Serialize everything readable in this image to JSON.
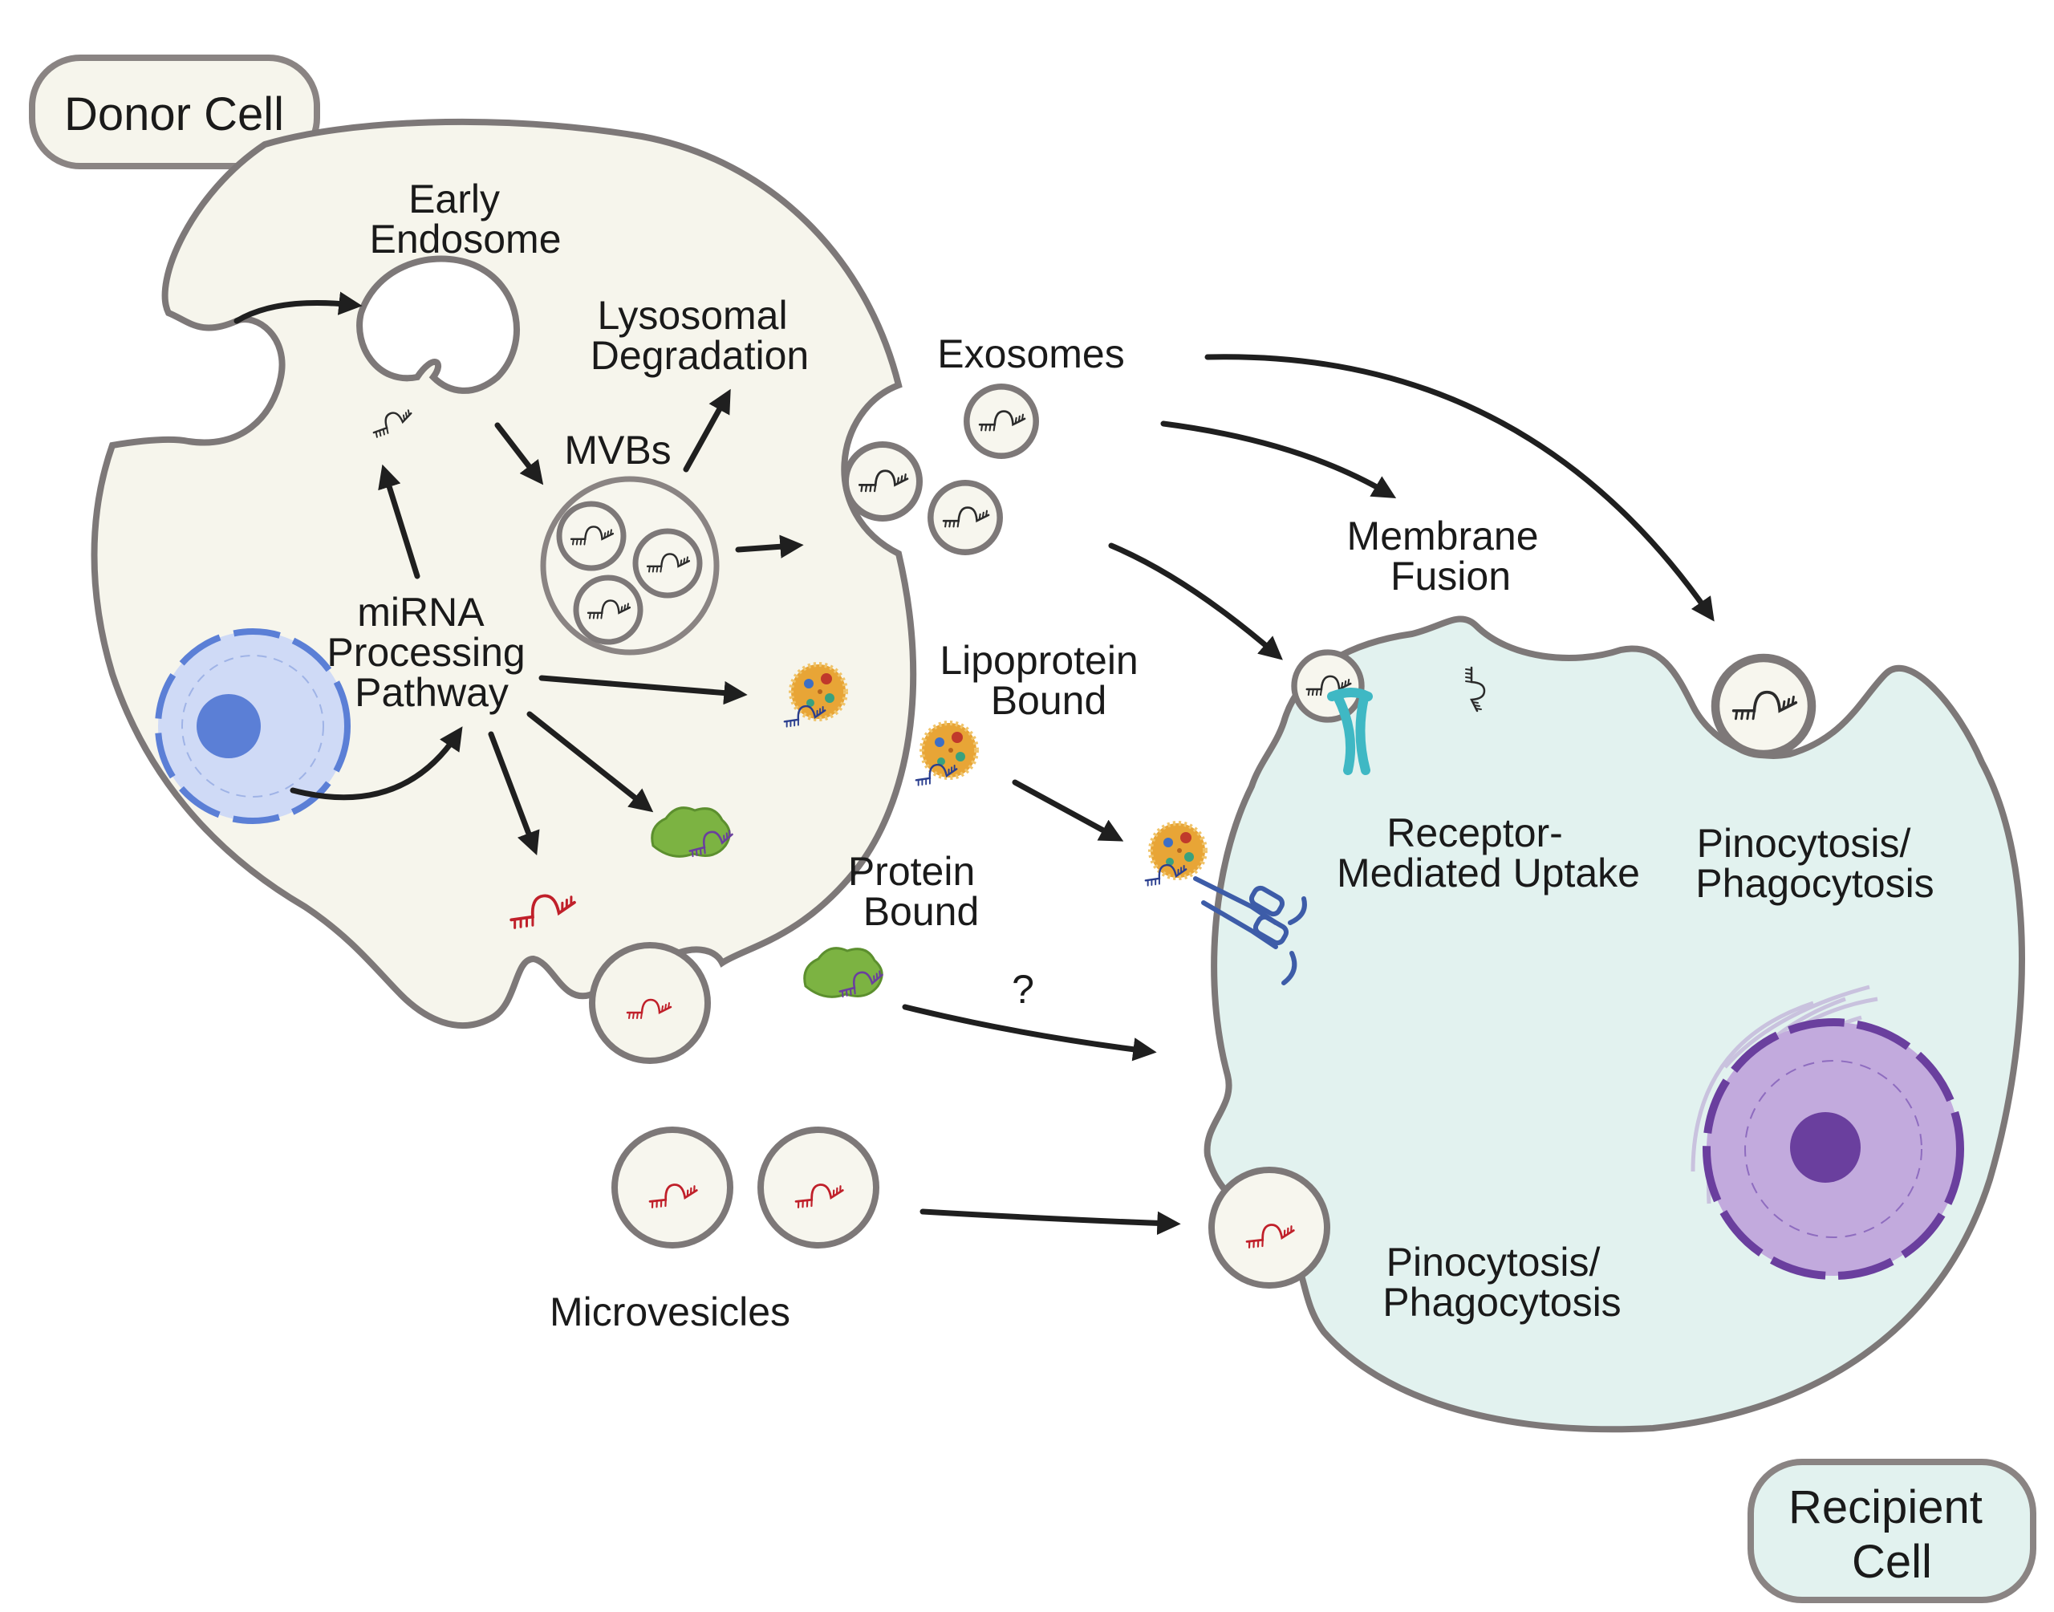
{
  "diagram": {
    "donor_cell_label": "Donor Cell",
    "recipient_cell_label": [
      "Recipient",
      "Cell"
    ],
    "labels": {
      "early_endosome": [
        "Early",
        "Endosome"
      ],
      "lysosomal_degradation": [
        "Lysosomal",
        "Degradation"
      ],
      "mvbs": "MVBs",
      "exosomes": "Exosomes",
      "mirna_processing": [
        "miRNA",
        "Processing",
        "Pathway"
      ],
      "lipoprotein_bound": [
        "Lipoprotein",
        "Bound"
      ],
      "protein_bound": [
        "Protein",
        "Bound"
      ],
      "question": "?",
      "membrane_fusion": [
        "Membrane",
        "Fusion"
      ],
      "receptor_uptake": [
        "Receptor-",
        "Mediated Uptake"
      ],
      "pino_top": [
        "Pinocytosis/",
        "Phagocytosis"
      ],
      "pino_bottom": [
        "Pinocytosis/",
        "Phagocytosis"
      ],
      "microvesicles": "Microvesicles"
    },
    "colors": {
      "donor_fill": "#f6f5ec",
      "recipient_fill": "#e2f2ef",
      "membrane": "#7d7878",
      "mirna_dark": "#2b2b2b",
      "mirna_red": "#c0202a",
      "mirna_blue": "#2b3f8f",
      "lipoprotein": "#e8a536",
      "protein": "#7cb342",
      "nucleus_donor": "#5b7fd6",
      "nucleus_recipient": "#6a3f9e",
      "receptor_teal": "#3fb8c4",
      "receptor_blue": "#3d5ca8"
    }
  }
}
